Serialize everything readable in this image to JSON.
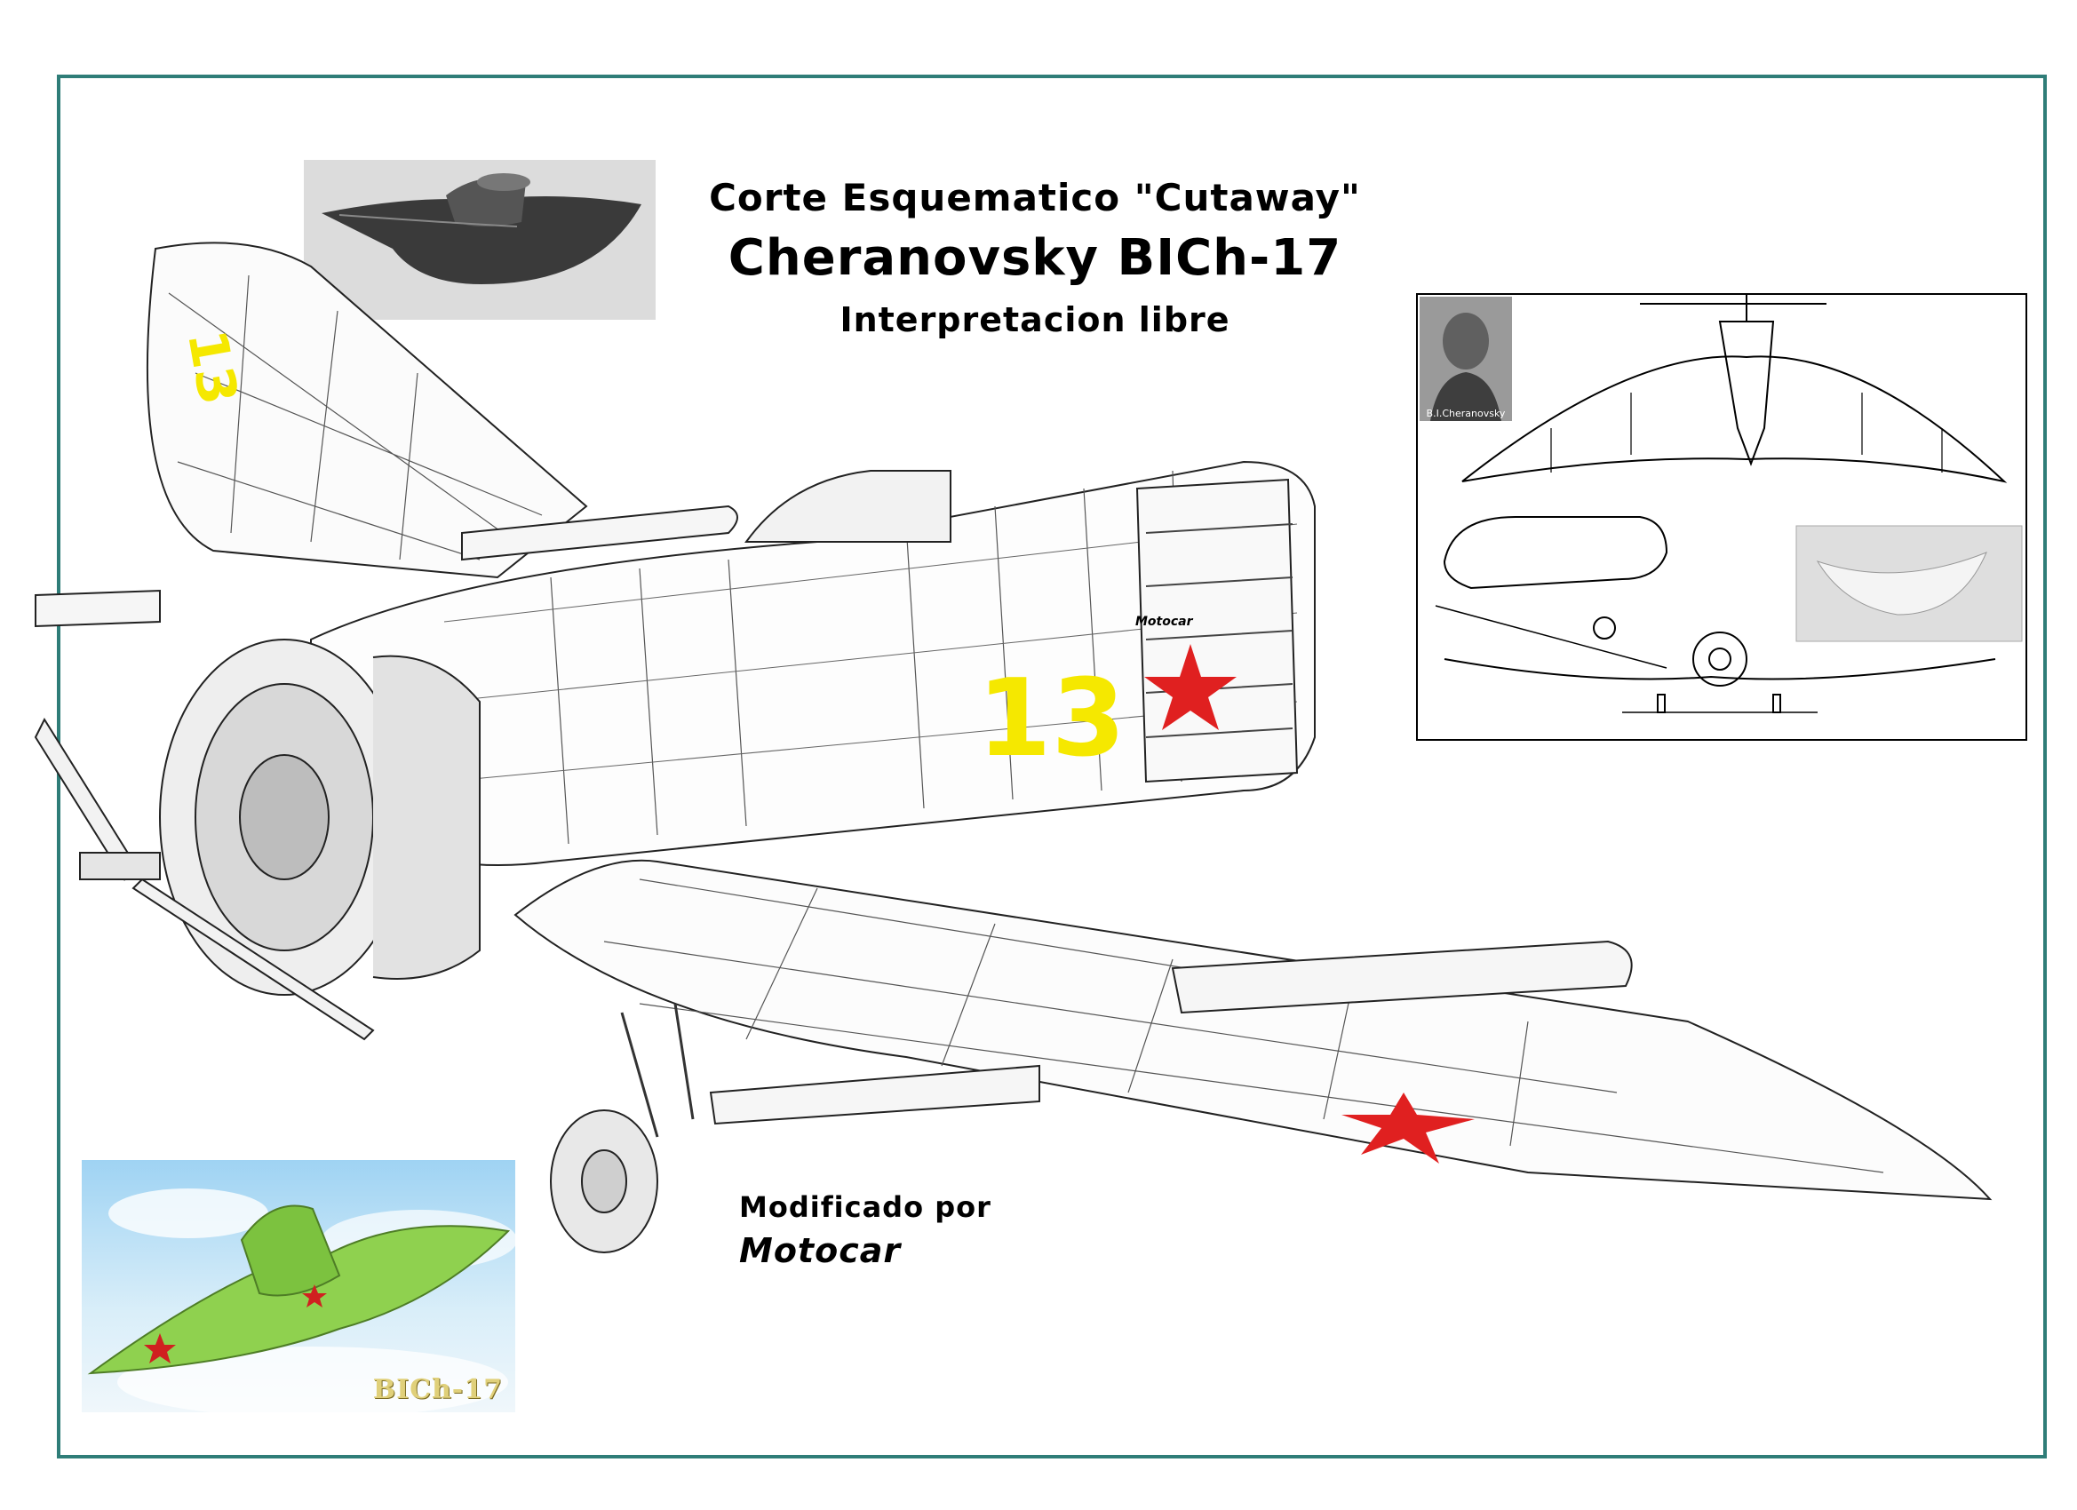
{
  "titles": {
    "line1": "Corte Esquematico \"Cutaway\"",
    "line2": "Cheranovsky BICh-17",
    "line3": "Interpretacion libre"
  },
  "credit": {
    "label": "Modificado por",
    "author": "Motocar"
  },
  "cutaway": {
    "fuselage_tag": "Motocar",
    "wing_number": "13",
    "fuselage_number": "13"
  },
  "reference_drawing": {
    "portrait_caption": "B.I.Cheranovsky"
  },
  "render": {
    "label": "BICh-17"
  },
  "colors": {
    "frame": "#2f7d78",
    "star": "#e02020",
    "number": "#f5e800",
    "render_plane": "#8fd14f"
  }
}
